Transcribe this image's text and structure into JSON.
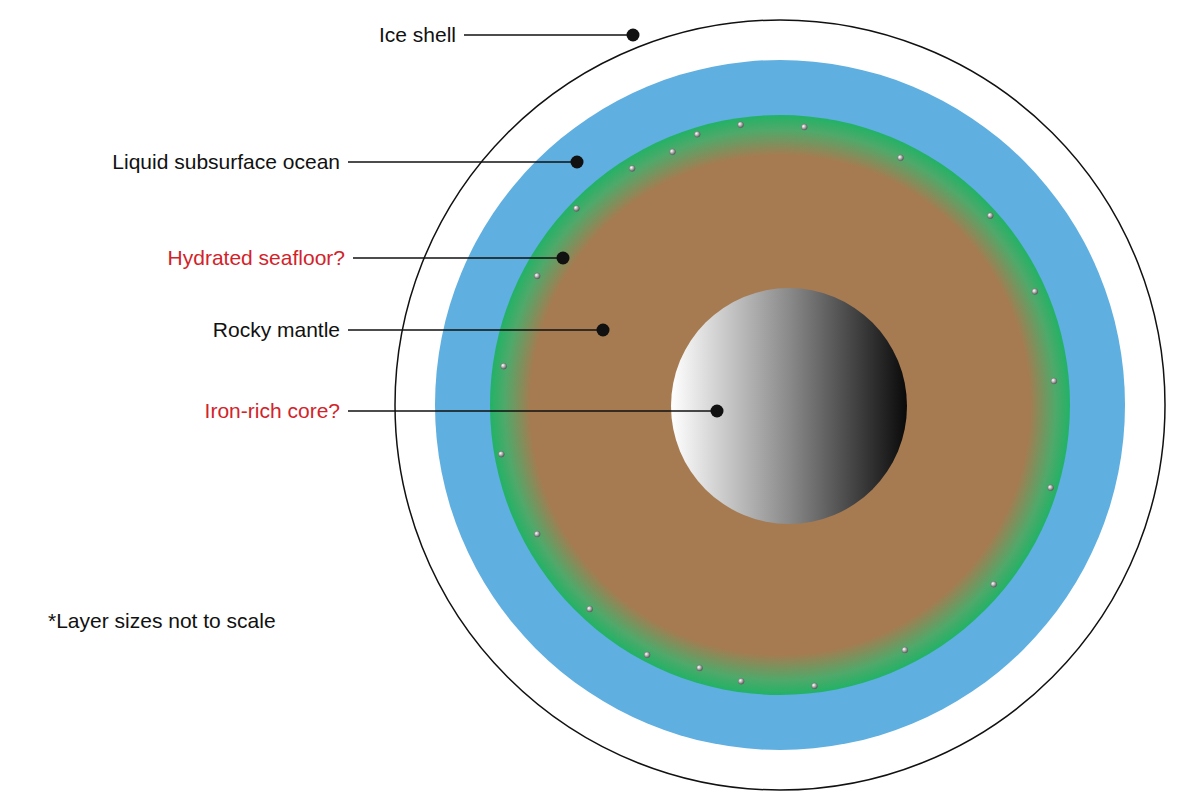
{
  "diagram": {
    "labels": [
      "Ice shell",
      "Liquid subsurface ocean",
      "Hydrated seafloor?",
      "Rocky mantle",
      "Iron-rich core?",
      "*Layer sizes not to scale"
    ]
  }
}
